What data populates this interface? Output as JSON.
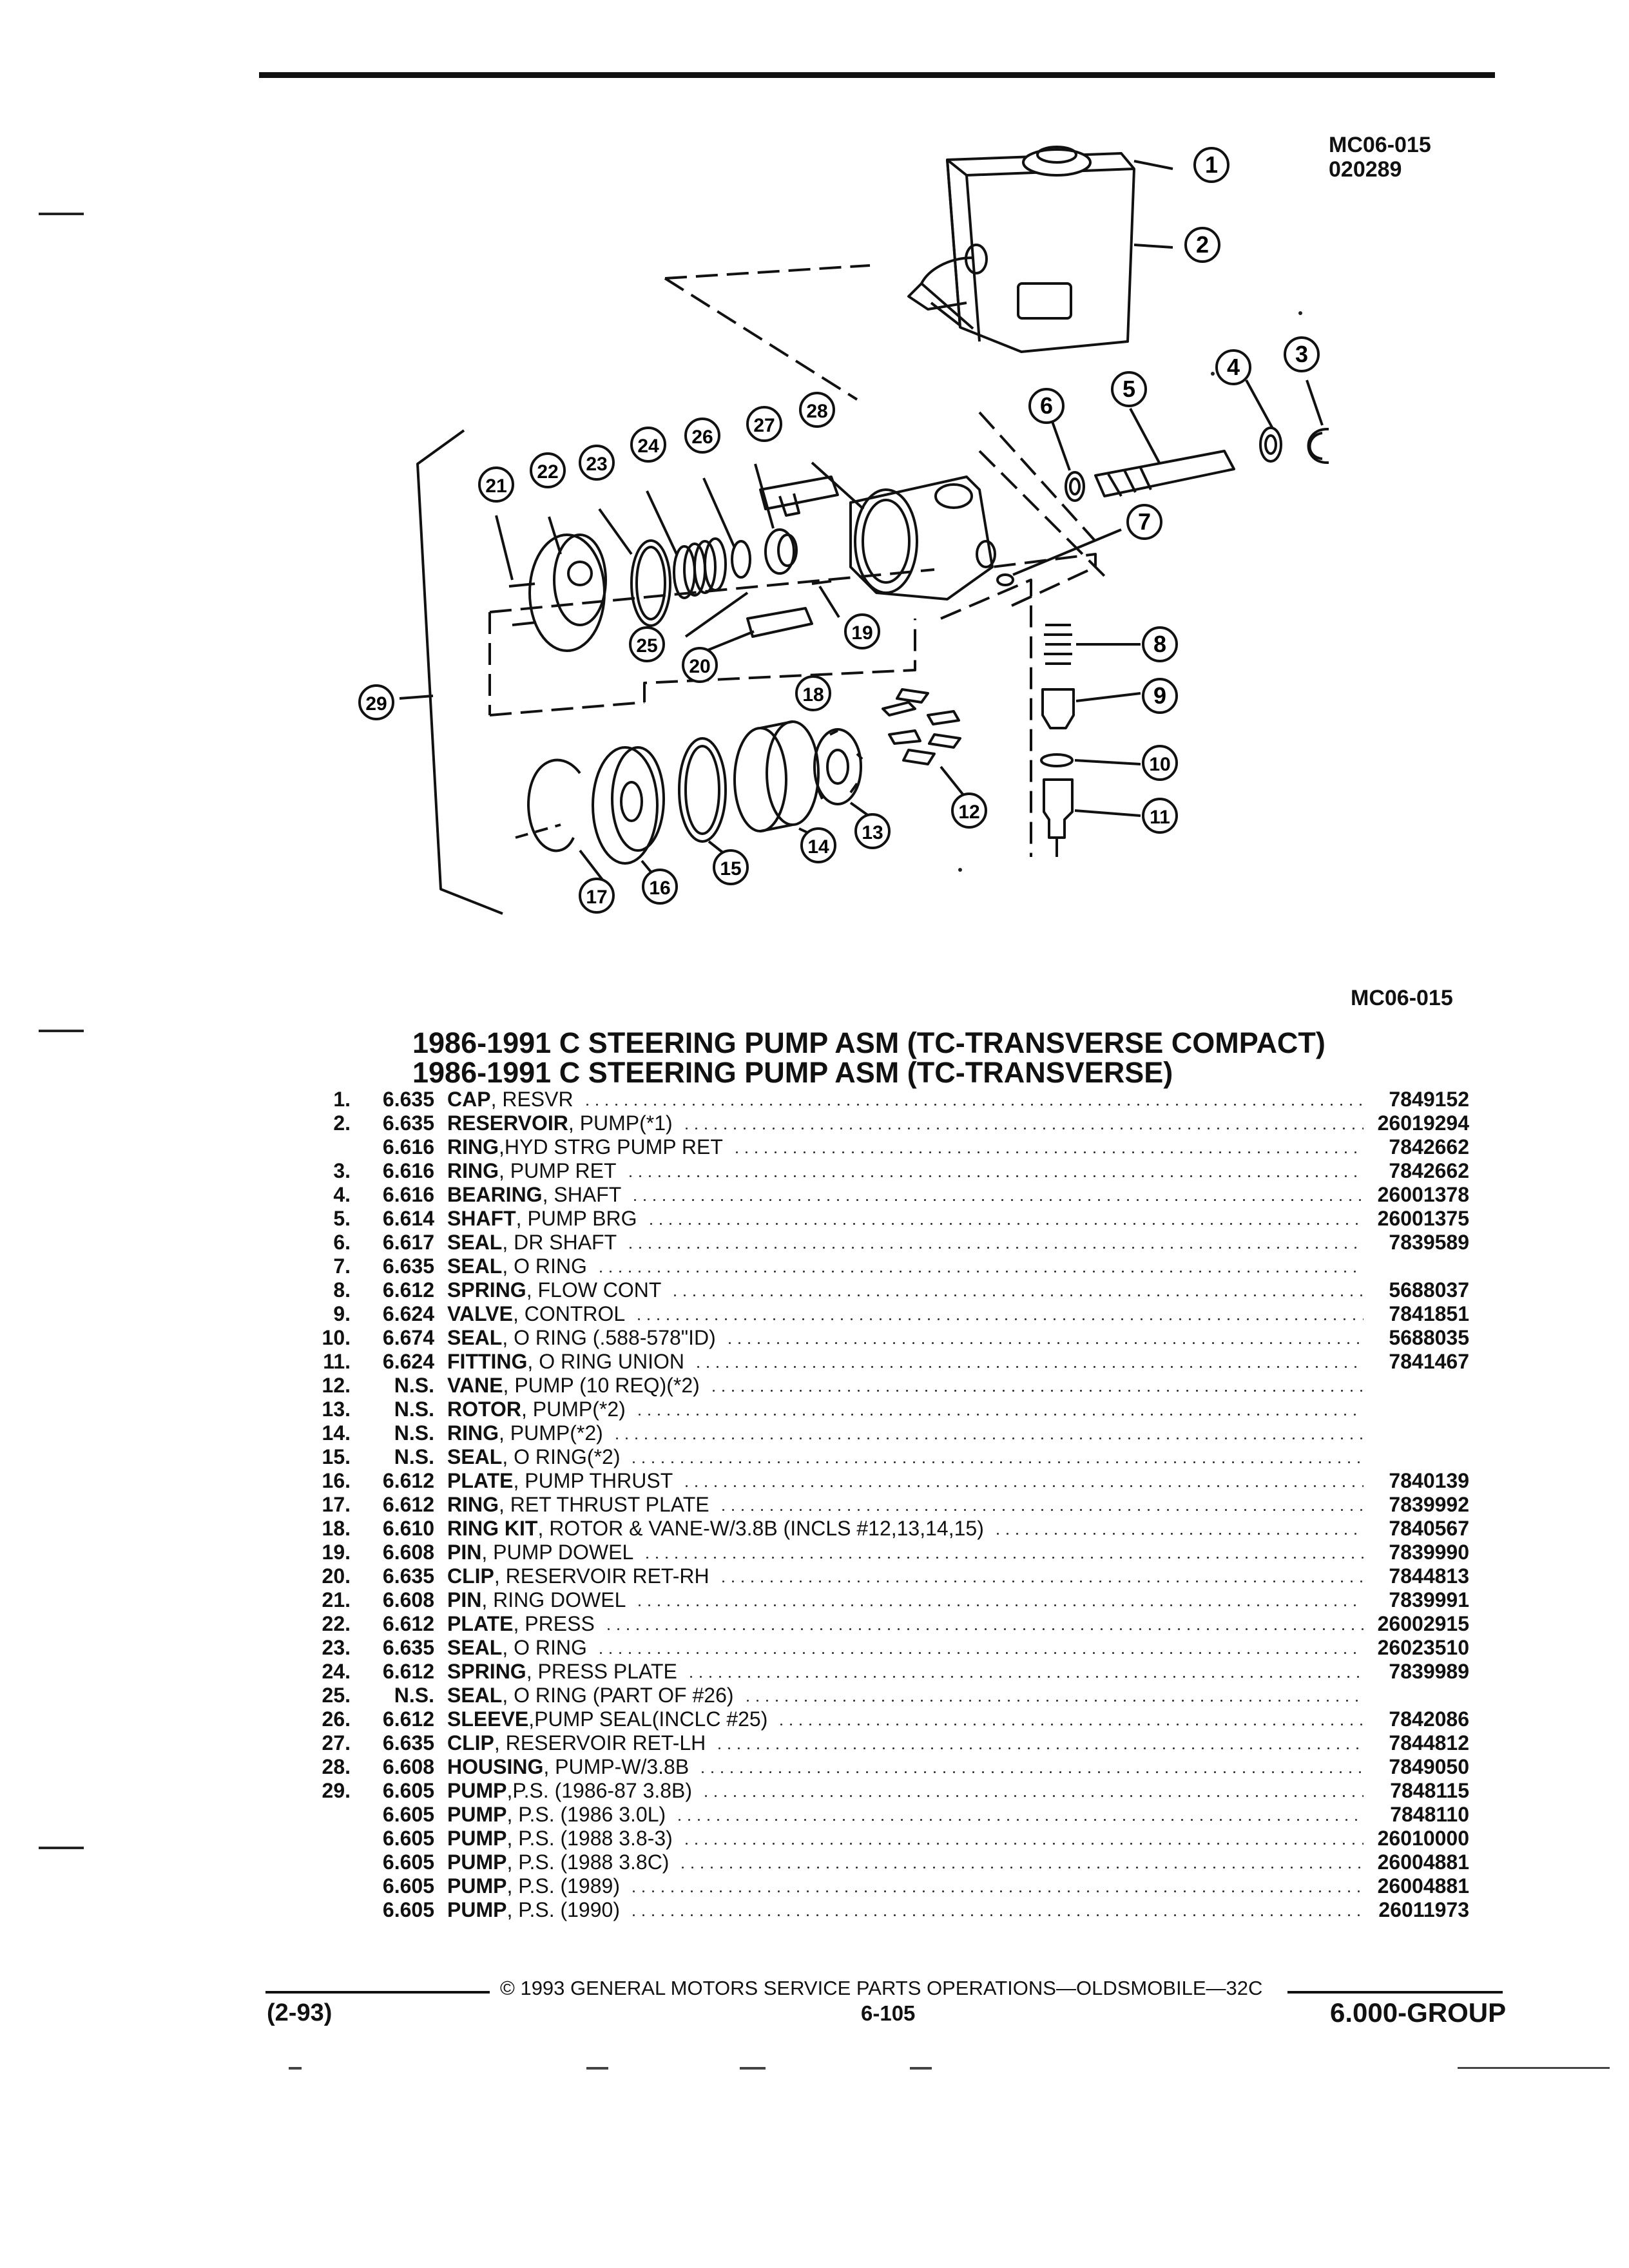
{
  "figure": {
    "code_top": "MC06-015",
    "date_code": "020289",
    "code_bottom": "MC06-015",
    "callouts": [
      "1",
      "2",
      "3",
      "4",
      "5",
      "6",
      "7",
      "8",
      "9",
      "10",
      "11",
      "12",
      "13",
      "14",
      "15",
      "16",
      "17",
      "18",
      "19",
      "20",
      "21",
      "22",
      "23",
      "24",
      "25",
      "26",
      "27",
      "28",
      "29"
    ]
  },
  "titles": [
    "1986-1991 C STEERING PUMP ASM (TC-TRANSVERSE COMPACT)",
    "1986-1991 C STEERING PUMP ASM (TC-TRANSVERSE)"
  ],
  "parts": [
    {
      "num": "1.",
      "group": "6.635",
      "name": "CAP",
      "detail": ", RESVR",
      "pn": "7849152"
    },
    {
      "num": "2.",
      "group": "6.635",
      "name": "RESERVOIR",
      "detail": ", PUMP(*1)",
      "pn": "26019294"
    },
    {
      "num": "",
      "group": "6.616",
      "name": "RING",
      "detail": ",HYD STRG PUMP RET",
      "pn": "7842662"
    },
    {
      "num": "3.",
      "group": "6.616",
      "name": "RING",
      "detail": ", PUMP RET",
      "pn": "7842662"
    },
    {
      "num": "4.",
      "group": "6.616",
      "name": "BEARING",
      "detail": ", SHAFT",
      "pn": "26001378"
    },
    {
      "num": "5.",
      "group": "6.614",
      "name": "SHAFT",
      "detail": ", PUMP BRG",
      "pn": "26001375"
    },
    {
      "num": "6.",
      "group": "6.617",
      "name": "SEAL",
      "detail": ", DR SHAFT",
      "pn": "7839589"
    },
    {
      "num": "7.",
      "group": "6.635",
      "name": "SEAL",
      "detail": ", O RING",
      "pn": ""
    },
    {
      "num": "8.",
      "group": "6.612",
      "name": "SPRING",
      "detail": ", FLOW CONT",
      "pn": "5688037"
    },
    {
      "num": "9.",
      "group": "6.624",
      "name": "VALVE",
      "detail": ", CONTROL",
      "pn": "7841851"
    },
    {
      "num": "10.",
      "group": "6.674",
      "name": "SEAL",
      "detail": ", O RING (.588-578\"ID)",
      "pn": "5688035"
    },
    {
      "num": "11.",
      "group": "6.624",
      "name": "FITTING",
      "detail": ", O RING UNION",
      "pn": "7841467"
    },
    {
      "num": "12.",
      "group": "N.S.",
      "name": "VANE",
      "detail": ", PUMP (10 REQ)(*2)",
      "pn": ""
    },
    {
      "num": "13.",
      "group": "N.S.",
      "name": "ROTOR",
      "detail": ", PUMP(*2)",
      "pn": ""
    },
    {
      "num": "14.",
      "group": "N.S.",
      "name": "RING",
      "detail": ", PUMP(*2)",
      "pn": ""
    },
    {
      "num": "15.",
      "group": "N.S.",
      "name": "SEAL",
      "detail": ", O RING(*2)",
      "pn": ""
    },
    {
      "num": "16.",
      "group": "6.612",
      "name": "PLATE",
      "detail": ", PUMP THRUST",
      "pn": "7840139"
    },
    {
      "num": "17.",
      "group": "6.612",
      "name": "RING",
      "detail": ", RET THRUST PLATE",
      "pn": "7839992"
    },
    {
      "num": "18.",
      "group": "6.610",
      "name": "RING KIT",
      "detail": ", ROTOR & VANE-W/3.8B (INCLS #12,13,14,15)",
      "pn": "7840567"
    },
    {
      "num": "19.",
      "group": "6.608",
      "name": "PIN",
      "detail": ", PUMP DOWEL",
      "pn": "7839990"
    },
    {
      "num": "20.",
      "group": "6.635",
      "name": "CLIP",
      "detail": ", RESERVOIR RET-RH",
      "pn": "7844813"
    },
    {
      "num": "21.",
      "group": "6.608",
      "name": "PIN",
      "detail": ", RING DOWEL",
      "pn": "7839991"
    },
    {
      "num": "22.",
      "group": "6.612",
      "name": "PLATE",
      "detail": ", PRESS",
      "pn": "26002915"
    },
    {
      "num": "23.",
      "group": "6.635",
      "name": "SEAL",
      "detail": ", O RING",
      "pn": "26023510"
    },
    {
      "num": "24.",
      "group": "6.612",
      "name": "SPRING",
      "detail": ", PRESS PLATE",
      "pn": "7839989"
    },
    {
      "num": "25.",
      "group": "N.S.",
      "name": "SEAL",
      "detail": ", O RING (PART OF #26)",
      "pn": ""
    },
    {
      "num": "26.",
      "group": "6.612",
      "name": "SLEEVE",
      "detail": ",PUMP SEAL(INCLC #25)",
      "pn": "7842086"
    },
    {
      "num": "27.",
      "group": "6.635",
      "name": "CLIP",
      "detail": ", RESERVOIR RET-LH",
      "pn": "7844812"
    },
    {
      "num": "28.",
      "group": "6.608",
      "name": "HOUSING",
      "detail": ", PUMP-W/3.8B",
      "pn": "7849050"
    },
    {
      "num": "29.",
      "group": "6.605",
      "name": "PUMP",
      "detail": ",P.S. (1986-87 3.8B)",
      "pn": "7848115"
    },
    {
      "num": "",
      "group": "6.605",
      "name": "PUMP",
      "detail": ", P.S. (1986 3.0L)",
      "pn": "7848110"
    },
    {
      "num": "",
      "group": "6.605",
      "name": "PUMP",
      "detail": ", P.S. (1988 3.8-3)",
      "pn": "26010000"
    },
    {
      "num": "",
      "group": "6.605",
      "name": "PUMP",
      "detail": ", P.S. (1988 3.8C)",
      "pn": "26004881"
    },
    {
      "num": "",
      "group": "6.605",
      "name": "PUMP",
      "detail": ", P.S. (1989)",
      "pn": "26004881"
    },
    {
      "num": "",
      "group": "6.605",
      "name": "PUMP",
      "detail": ", P.S. (1990)",
      "pn": "26011973"
    }
  ],
  "footer": {
    "copyright": "© 1993 GENERAL MOTORS SERVICE PARTS OPERATIONS—OLDSMOBILE—32C",
    "date": "(2-93)",
    "page": "6-105",
    "group": "6.000-GROUP"
  }
}
